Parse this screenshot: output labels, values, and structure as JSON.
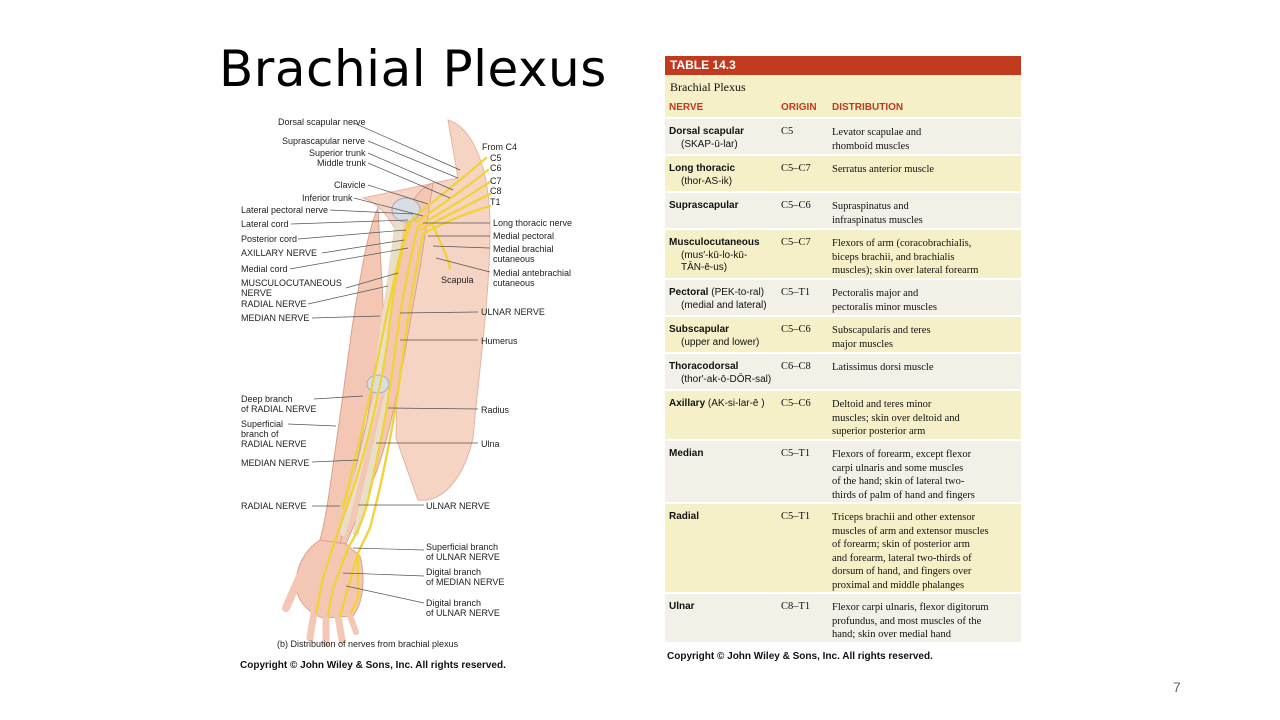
{
  "slide": {
    "title": "Brachial Plexus",
    "page_number": "7"
  },
  "figure": {
    "left_labels": [
      "Dorsal scapular nerve",
      "Suprascapular nerve",
      "Superior trunk",
      "Middle trunk",
      "Clavicle",
      "Inferior trunk",
      "Lateral pectoral nerve",
      "Lateral cord",
      "Posterior cord",
      "AXILLARY NERVE",
      "Medial cord",
      "MUSCULOCUTANEOUS",
      "NERVE",
      "RADIAL NERVE",
      "MEDIAN NERVE",
      "Deep branch",
      "of RADIAL NERVE",
      "Superficial",
      "branch of",
      "RADIAL NERVE",
      "MEDIAN NERVE",
      "RADIAL NERVE"
    ],
    "right_labels": [
      "From C4",
      "C5",
      "C6",
      "C7",
      "C8",
      "T1",
      "Long thoracic nerve",
      "Medial pectoral",
      "Medial brachial",
      "cutaneous",
      "Medial antebrachial",
      "cutaneous",
      "Scapula",
      "ULNAR NERVE",
      "Humerus",
      "Radius",
      "Ulna",
      "ULNAR NERVE",
      "Superficial branch",
      "of ULNAR NERVE",
      "Digital branch",
      "of MEDIAN NERVE",
      "Digital branch",
      "of ULNAR NERVE"
    ],
    "caption": "(b) Distribution of nerves from brachial plexus",
    "copyright": "Copyright © John Wiley & Sons, Inc. All rights reserved."
  },
  "table": {
    "header": "TABLE 14.3",
    "title": "Brachial Plexus",
    "columns": [
      "NERVE",
      "ORIGIN",
      "DISTRIBUTION"
    ],
    "rows": [
      {
        "name": "Dorsal scapular",
        "pron": "(SKAP-ū-lar)",
        "origin": "C5",
        "distribution": [
          "Levator scapulae and",
          "rhomboid muscles"
        ]
      },
      {
        "name": "Long thoracic",
        "pron": "(thor-AS-ik)",
        "origin": "C5–C7",
        "distribution": [
          "Serratus anterior muscle"
        ]
      },
      {
        "name": "Suprascapular",
        "pron": "",
        "origin": "C5–C6",
        "distribution": [
          "Supraspinatus and",
          "infraspinatus muscles"
        ]
      },
      {
        "name": "Musculocutaneous",
        "pron": "(mus′-kū-lo-kū-",
        "pron2": "TĀN-ē-us)",
        "origin": "C5–C7",
        "distribution": [
          "Flexors of arm (coracobrachialis,",
          "biceps brachii, and brachialis",
          "muscles); skin over lateral forearm"
        ]
      },
      {
        "name": "Pectoral",
        "name_suffix": " (PEK-to-ral)",
        "pron": "(medial and lateral)",
        "origin": "C5–T1",
        "distribution": [
          "Pectoralis major and",
          "pectoralis minor muscles"
        ]
      },
      {
        "name": "Subscapular",
        "pron": "(upper and lower)",
        "origin": "C5–C6",
        "distribution": [
          "Subscapularis and teres",
          "major muscles"
        ]
      },
      {
        "name": "Thoracodorsal",
        "pron": "(thor′-ak-ō-DŌR-sal)",
        "origin": "C6–C8",
        "distribution": [
          "Latissimus dorsi muscle"
        ]
      },
      {
        "name": "Axillary",
        "name_suffix": " (AK-si-lar-ē )",
        "pron": "",
        "origin": "C5–C6",
        "distribution": [
          "Deltoid and teres minor",
          "muscles; skin over deltoid and",
          "superior posterior arm"
        ]
      },
      {
        "name": "Median",
        "pron": "",
        "origin": "C5–T1",
        "distribution": [
          "Flexors of forearm, except flexor",
          "carpi ulnaris and some muscles",
          "of the hand; skin of lateral two-",
          "thirds of palm of hand and fingers"
        ]
      },
      {
        "name": "Radial",
        "pron": "",
        "origin": "C5–T1",
        "distribution": [
          "Triceps brachii and other extensor",
          "muscles of arm and extensor muscles",
          "of forearm; skin of posterior arm",
          "and forearm, lateral two-thirds of",
          "dorsum of hand, and fingers over",
          "proximal and middle phalanges"
        ]
      },
      {
        "name": "Ulnar",
        "pron": "",
        "origin": "C8–T1",
        "distribution": [
          "Flexor carpi ulnaris, flexor digitorum",
          "profundus, and most muscles of the",
          "hand; skin over medial hand"
        ]
      }
    ],
    "copyright": "Copyright © John Wiley & Sons, Inc. All rights reserved."
  }
}
